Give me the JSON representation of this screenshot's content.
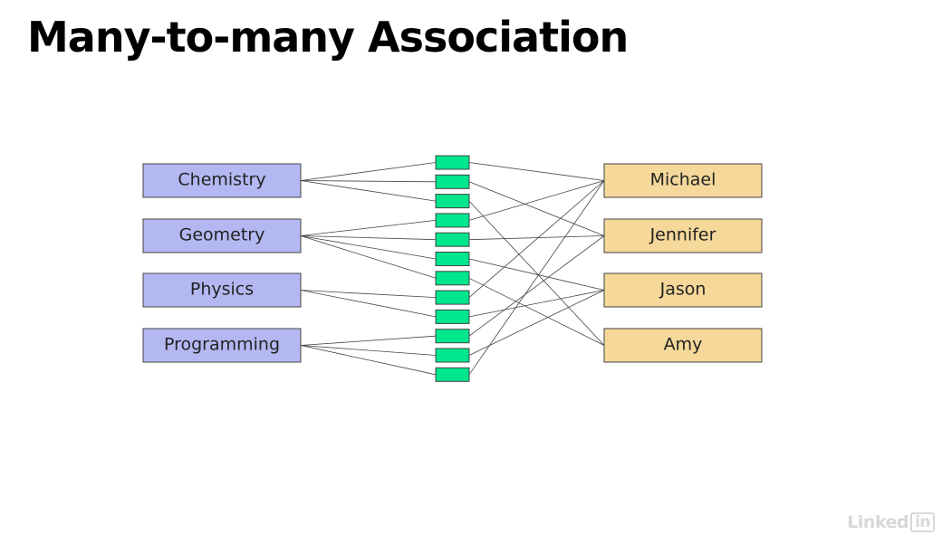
{
  "title": "Many-to-many Association",
  "courses": [
    "Chemistry",
    "Geometry",
    "Physics",
    "Programming"
  ],
  "students": [
    "Michael",
    "Jennifer",
    "Jason",
    "Amy"
  ],
  "join_rows": [
    {
      "course": 0,
      "student": 0
    },
    {
      "course": 0,
      "student": 1
    },
    {
      "course": 0,
      "student": 3
    },
    {
      "course": 1,
      "student": 0
    },
    {
      "course": 1,
      "student": 1
    },
    {
      "course": 1,
      "student": 2
    },
    {
      "course": 1,
      "student": 3
    },
    {
      "course": 2,
      "student": 0
    },
    {
      "course": 2,
      "student": 2
    },
    {
      "course": 3,
      "student": 1
    },
    {
      "course": 3,
      "student": 2
    },
    {
      "course": 3,
      "student": 0
    }
  ],
  "colors": {
    "course_fill": "#b4b8f2",
    "student_fill": "#f5d89a",
    "join_fill": "#00e68c",
    "line": "#444444",
    "border": "#444444"
  },
  "watermark": {
    "text": "Linked",
    "badge": "in"
  }
}
